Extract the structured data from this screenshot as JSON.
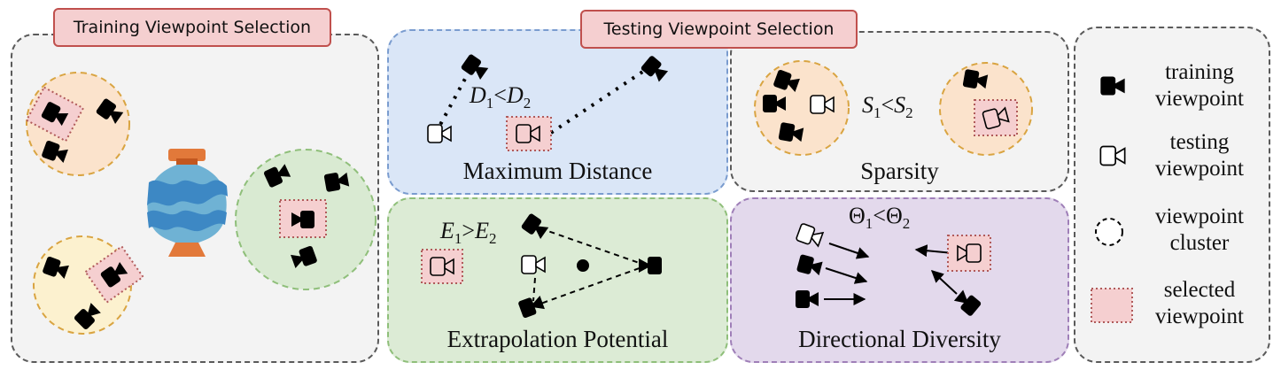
{
  "training_panel": {
    "title": "Training Viewpoint Selection"
  },
  "testing_panel": {
    "title": "Testing Viewpoint Selection",
    "max_distance": {
      "caption": "Maximum Distance",
      "label": {
        "a": "D",
        "a_sub": "1",
        "op": "<",
        "b": "D",
        "b_sub": "2"
      }
    },
    "sparsity": {
      "caption": "Sparsity",
      "label": {
        "a": "S",
        "a_sub": "1",
        "op": "<",
        "b": "S",
        "b_sub": "2"
      }
    },
    "extrapolation": {
      "caption": "Extrapolation Potential",
      "label": {
        "a": "E",
        "a_sub": "1",
        "op": ">",
        "b": "E",
        "b_sub": "2"
      }
    },
    "directional": {
      "caption": "Directional Diversity",
      "label": {
        "a": "Θ",
        "a_sub": "1",
        "op": "<",
        "b": "Θ",
        "b_sub": "2"
      }
    }
  },
  "legend": {
    "training": "training viewpoint",
    "testing": "testing viewpoint",
    "cluster": "viewpoint cluster",
    "selected": "selected viewpoint"
  },
  "colors": {
    "panel_bg": "#f3f3f3",
    "max_distance_bg": "#dae6f7",
    "max_distance_border": "#7a9ccf",
    "extrapolation_bg": "#dcebd5",
    "extrapolation_border": "#8fbf7a",
    "directional_bg": "#e3d9ec",
    "directional_border": "#9f7fb8",
    "cluster_orange": "#fbe3cc",
    "cluster_yellow": "#fcf1cf",
    "cluster_green": "#d9ead2",
    "cluster_border": "#d9a441",
    "selected_fill": "#f5cfd0",
    "selected_border": "#b05a5a",
    "tag_fill": "#f5cfd0",
    "tag_border": "#c0504d"
  },
  "icons": [
    "camera-icon",
    "vase-icon"
  ]
}
